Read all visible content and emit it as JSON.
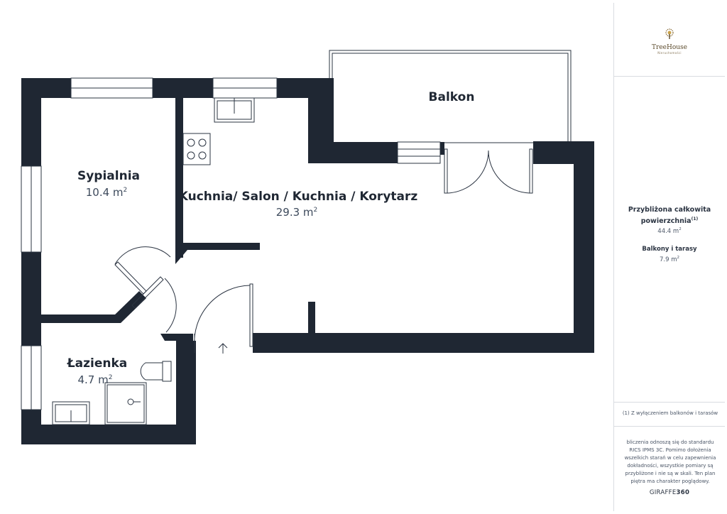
{
  "rooms": {
    "bedroom": {
      "name": "Sypialnia",
      "area": "10.4 m",
      "area_sup": "2"
    },
    "living": {
      "name": "Kuchnia/ Salon / Kuchnia / Korytarz",
      "area": "29.3 m",
      "area_sup": "2"
    },
    "bathroom": {
      "name": "Łazienka",
      "area": "4.7 m",
      "area_sup": "2"
    },
    "balcony": {
      "name": "Balkon"
    }
  },
  "sidebar": {
    "logo": {
      "name": "TreeHouse",
      "sub": "Nieruchomości"
    },
    "total": {
      "title": "Przybliżona całkowita powierzchnia",
      "title_sup": "(1)",
      "value": "44.4 m",
      "value_sup": "2"
    },
    "balconies": {
      "title": "Balkony i tarasy",
      "value": "7.9 m",
      "value_sup": "2"
    },
    "footnote": "(1) Z wyłączeniem balkonów i tarasów",
    "disclaimer": "bliczenia odnoszą się do standardu RICS IPMS 3C. Pomimo dołożenia wszelkich starań w celu zapewnienia dokładności, wszystkie pomiary są przybliżone i nie są w skali. Ten plan piętra ma charakter poglądowy.",
    "brand": {
      "part1": "GIRAFFE",
      "part2": "360"
    }
  },
  "colors": {
    "wall": "#1f2733",
    "line": "#2b3442",
    "accent": "#5b4a2b"
  }
}
